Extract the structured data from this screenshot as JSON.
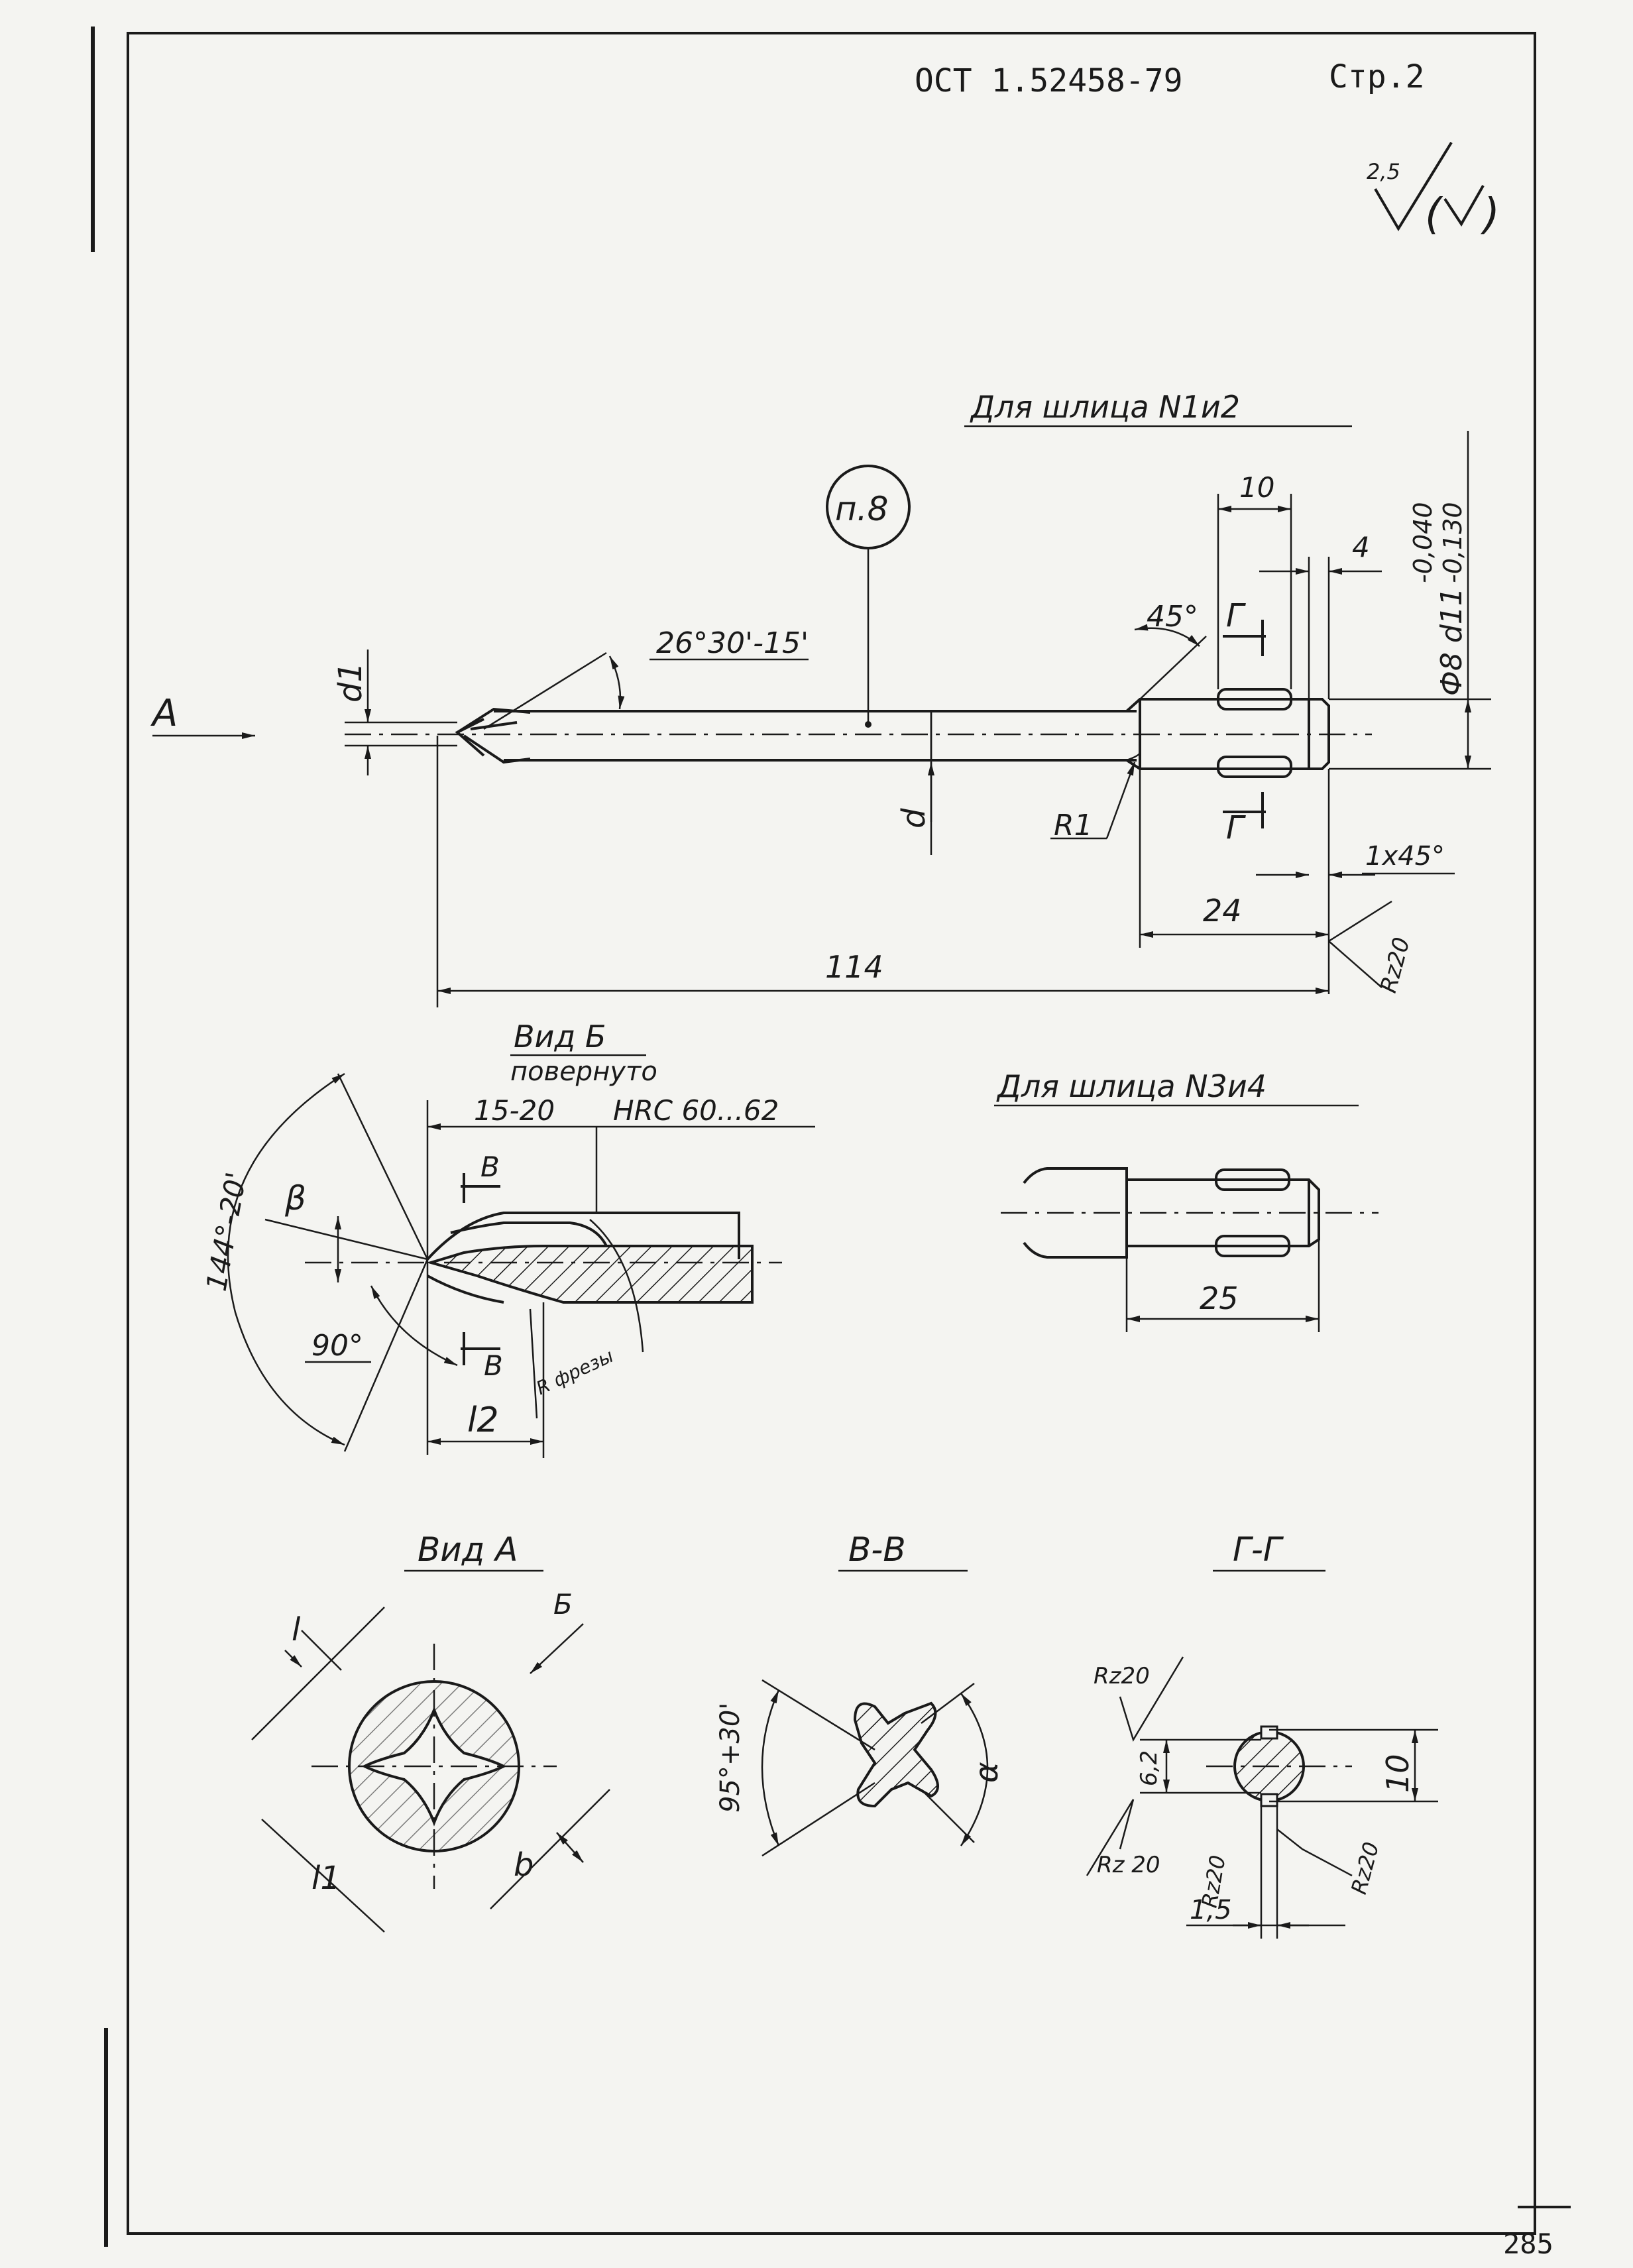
{
  "header": {
    "standard": "ОСТ 1.52458-79",
    "page": "Стр.2",
    "roughness_general": "2,5"
  },
  "main_view": {
    "title": "Для шлица N1и2",
    "note_circle": "п.8",
    "tip_angle": "26°30'-15'",
    "chamfer_angle": "45°",
    "fillet": "R1",
    "chamfer": "1x45°",
    "dim_d1": "d1",
    "dim_d": "d",
    "dim_length_total": "114",
    "dim_shank": "24",
    "dim_10": "10",
    "dim_4": "4",
    "dim_diameter": "Ф8 d11",
    "tol_upper": "-0,040",
    "tol_lower": "-0,130",
    "section_mark": "Г",
    "view_mark": "A",
    "roughness": "Rz20"
  },
  "view_b": {
    "title": "Вид Б",
    "subtitle": "повернуто",
    "dim_hardened": "15-20",
    "hardness": "HRC 60...62",
    "angle_144": "144°-20'",
    "beta": "β",
    "angle_90": "90°",
    "section_mark": "В",
    "l2": "l2",
    "r_cutter": "R фрезы"
  },
  "alt_shank": {
    "title": "Для шлица N3и4",
    "dim": "25"
  },
  "view_a": {
    "title": "Вид А",
    "mark_b": "Б",
    "dim_l": "l",
    "dim_l1": "l1",
    "dim_b": "b"
  },
  "section_vv": {
    "title": "В-В",
    "angle": "95°+30'",
    "alpha": "α"
  },
  "section_gg": {
    "title": "Г-Г",
    "rz_top": "Rz20",
    "rz_left": "Rz 20",
    "rz_mid": "Rz20",
    "rz_right": "Rz20",
    "dim_62": "6,2",
    "dim_10": "10",
    "dim_15": "1,5"
  },
  "footer": {
    "sheet_number": "285"
  },
  "colors": {
    "ink": "#1a1a1a",
    "paper": "#f4f4f1"
  }
}
